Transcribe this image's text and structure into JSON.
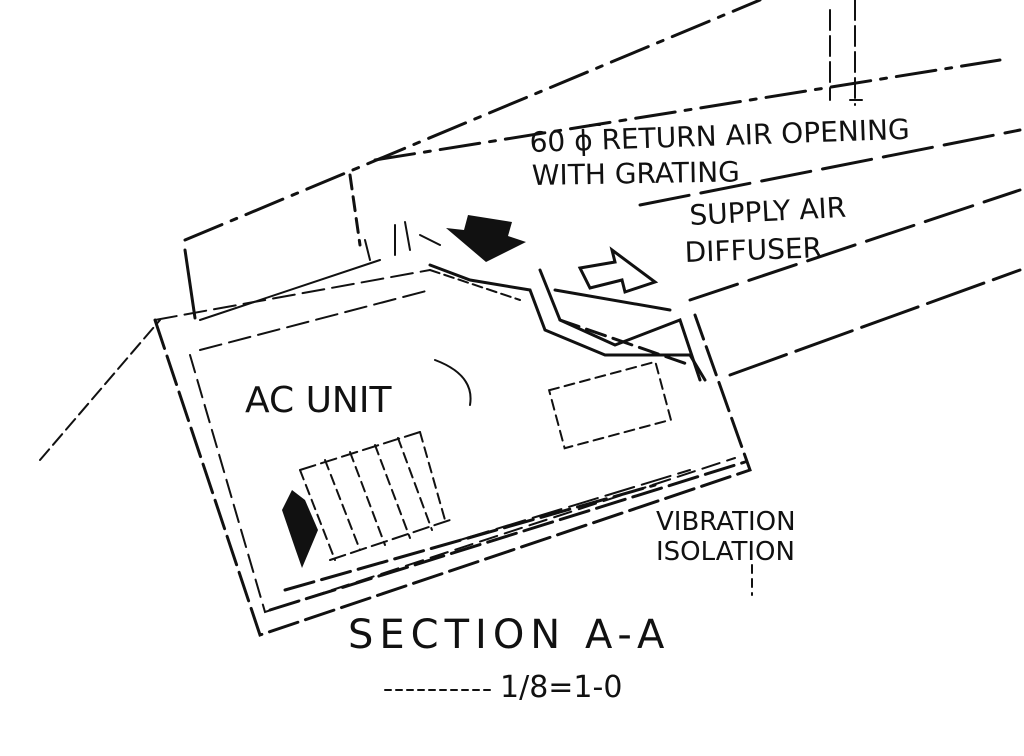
{
  "labels": {
    "return_air_line1": "60 ϕ RETURN AIR OPENING",
    "return_air_line2": "WITH GRATING",
    "supply_air_line1": "SUPPLY AIR",
    "supply_air_line2": "DIFFUSER",
    "ac_unit": "AC UNIT",
    "vibration_line1": "VIBRATION",
    "vibration_line2": "ISOLATION",
    "section_title": "SECTION A-A",
    "scale": "1/8=1-0"
  },
  "colors": {
    "ink": "#111111",
    "paper": "#ffffff"
  },
  "icons": {
    "return_arrow": "down-arrow-solid",
    "supply_arrow": "up-arrow-outline",
    "unit_arrow": "left-arrow-solid"
  }
}
